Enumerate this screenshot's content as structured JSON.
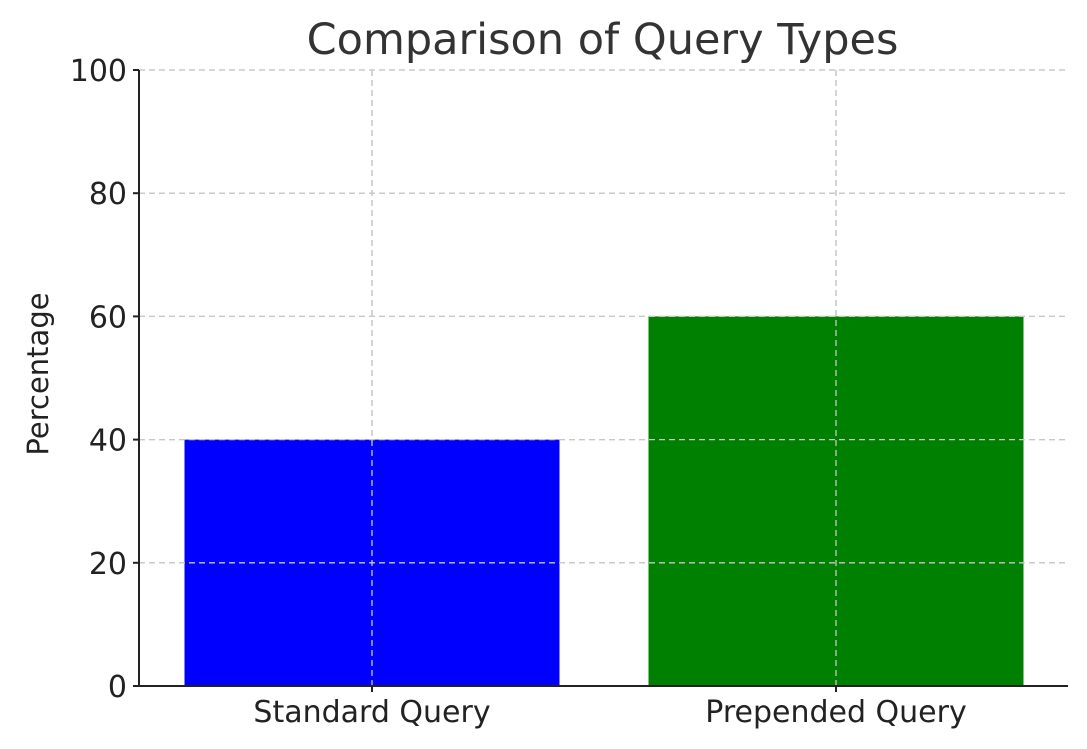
{
  "chart_data": {
    "type": "bar",
    "title": "Comparison of Query Types",
    "xlabel": "",
    "ylabel": "Percentage",
    "categories": [
      "Standard Query",
      "Prepended Query"
    ],
    "values": [
      40,
      60
    ],
    "colors": [
      "#0000ff",
      "#008000"
    ],
    "ylim": [
      0,
      100
    ],
    "yticks": [
      0,
      20,
      40,
      60,
      80,
      100
    ],
    "grid": true,
    "legend": "none"
  }
}
